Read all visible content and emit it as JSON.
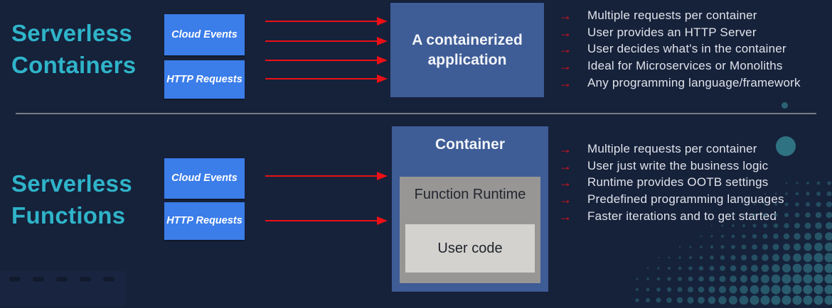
{
  "icons": {
    "bullet_arrow": "→"
  },
  "colors": {
    "background": "#16213a",
    "heading_teal": "#2fb4c9",
    "event_box_blue": "#3b7de9",
    "container_blue": "#3e5c96",
    "runtime_gray": "#979695",
    "user_code_gray": "#d3d2ce",
    "arrow_red": "#ea1016",
    "bullet_text": "#dfe3ea",
    "divider_gray": "#878f98",
    "dot_teal": "#2b6273"
  },
  "sections": {
    "containers": {
      "heading": "Serverless\nContainers",
      "input_boxes": [
        "Cloud Events",
        "HTTP Requests"
      ],
      "app_box_title": "A containerized application",
      "bullets": [
        "Multiple requests per container",
        "User provides an HTTP Server",
        "User decides what's in the container",
        "Ideal for Microservices or Monoliths",
        "Any programming language/framework"
      ]
    },
    "functions": {
      "heading": "Serverless\nFunctions",
      "input_boxes": [
        "Cloud Events",
        "HTTP Requests"
      ],
      "container_title": "Container",
      "runtime_label": "Function Runtime",
      "user_code_label": "User code",
      "bullets": [
        "Multiple requests per container",
        "User just write the business logic",
        "Runtime provides OOTB settings",
        "Predefined programming languages",
        "Faster iterations and to get started"
      ]
    }
  }
}
